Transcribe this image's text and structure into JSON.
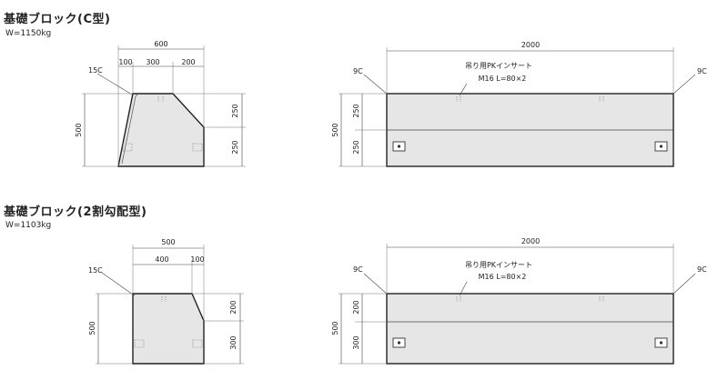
{
  "section1": {
    "title": "基礎ブロック(C型)",
    "weight": "W=1150kg",
    "front": {
      "width": "600",
      "seg_a": "100",
      "seg_b": "300",
      "seg_c": "200",
      "height": "500",
      "upper": "250",
      "lower": "250",
      "chamfer": "15C"
    },
    "side": {
      "length": "2000",
      "chamfer_left": "9C",
      "chamfer_right": "9C",
      "insert_name": "吊り用PKインサート",
      "insert_spec": "M16 L=80×2",
      "height": "500",
      "upper": "250",
      "lower": "250"
    }
  },
  "section2": {
    "title": "基礎ブロック(2割勾配型)",
    "weight": "W=1103kg",
    "front": {
      "width": "500",
      "seg_a": "400",
      "seg_b": "100",
      "height": "500",
      "upper": "200",
      "lower": "300",
      "chamfer": "15C"
    },
    "side": {
      "length": "2000",
      "chamfer_left": "9C",
      "chamfer_right": "9C",
      "insert_name": "吊り用PKインサート",
      "insert_spec": "M16 L=80×2",
      "height": "500",
      "upper": "200",
      "lower": "300"
    }
  }
}
